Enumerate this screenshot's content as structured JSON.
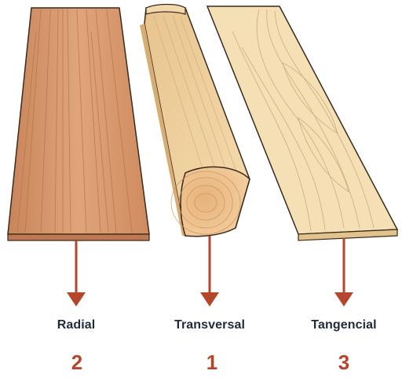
{
  "colors": {
    "accent": "#b5452b",
    "label_text": "#1f2b38",
    "outline": "#3a2a1c",
    "radial_face": "#d99a6e",
    "radial_grain": "#b8714a",
    "transversal_face": "#f3d7a6",
    "transversal_end": "#f1c89a",
    "tangencial_face": "#f5e0b5",
    "tangencial_grain": "#c9a878"
  },
  "cuts": [
    {
      "id": "radial",
      "label": "Radial",
      "number": "2"
    },
    {
      "id": "transversal",
      "label": "Transversal",
      "number": "1"
    },
    {
      "id": "tangencial",
      "label": "Tangencial",
      "number": "3"
    }
  ]
}
